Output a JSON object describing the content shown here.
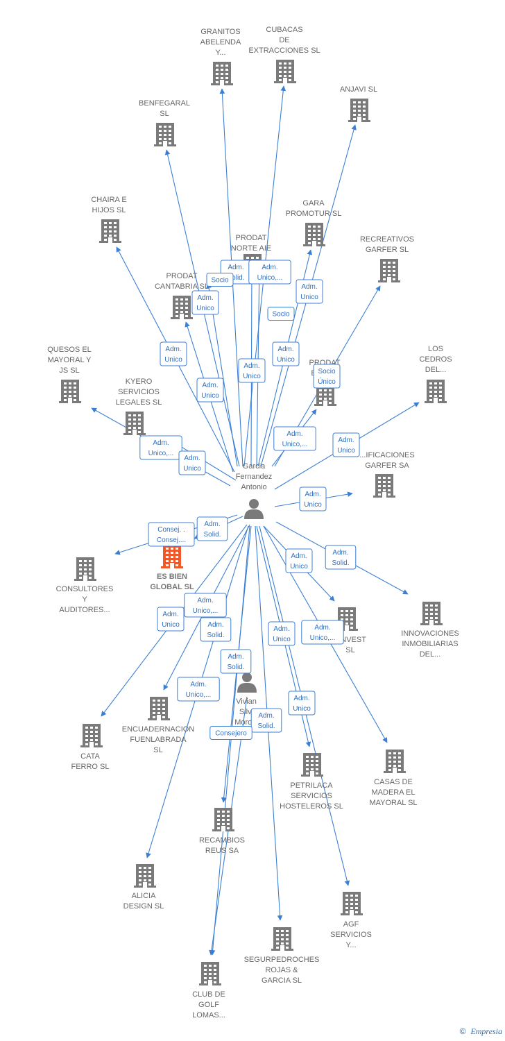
{
  "colors": {
    "edge": "#3b7fd4",
    "building": "#7a7a7a",
    "highlight": "#f0582a",
    "person": "#7a7a7a"
  },
  "footer": {
    "copyright": "©",
    "brand": "Empresia"
  },
  "persons": [
    {
      "id": "garcia",
      "lines": [
        "Garcia",
        "Fernandez",
        "Antonio"
      ],
      "icon": "person-icon"
    },
    {
      "id": "vivian",
      "lines": [
        "Vivian",
        "Silvi",
        "Moroia"
      ],
      "icon": "person-icon"
    }
  ],
  "companies": [
    {
      "id": "granitos",
      "lines": [
        "GRANITOS",
        "ABELENDA",
        "Y..."
      ]
    },
    {
      "id": "cubacas",
      "lines": [
        "CUBACAS",
        "DE",
        "EXTRACCIONES SL"
      ]
    },
    {
      "id": "anjavi",
      "lines": [
        "ANJAVI  SL"
      ]
    },
    {
      "id": "benfegaral",
      "lines": [
        "BENFEGARAL",
        "SL"
      ]
    },
    {
      "id": "chaira",
      "lines": [
        "CHAIRA E",
        "HIJOS SL"
      ]
    },
    {
      "id": "gara",
      "lines": [
        "GARA",
        "PROMOTUR  SL"
      ]
    },
    {
      "id": "prodat_norte",
      "lines": [
        "PRODAT",
        "NORTE AIE"
      ]
    },
    {
      "id": "recreativos",
      "lines": [
        "RECREATIVOS",
        "GARFER  SL"
      ]
    },
    {
      "id": "prodat_cantabria",
      "lines": [
        "PRODAT",
        "CANTABRIA  SL"
      ]
    },
    {
      "id": "quesos",
      "lines": [
        "QUESOS EL",
        "MAYORAL Y",
        "JS  SL"
      ]
    },
    {
      "id": "kyero",
      "lines": [
        "KYERO",
        "SERVICIOS",
        "LEGALES SL"
      ]
    },
    {
      "id": "prodat_eus",
      "lines": [
        "PRODAT",
        "EUS      SL"
      ]
    },
    {
      "id": "cedros",
      "lines": [
        "LOS",
        "CEDROS",
        "DEL..."
      ]
    },
    {
      "id": "edificaciones",
      "lines": [
        "...IFICACIONES",
        "GARFER SA"
      ]
    },
    {
      "id": "esbien",
      "lines": [
        "ES BIEN",
        "GLOBAL  SL"
      ],
      "main": true
    },
    {
      "id": "consultores",
      "lines": [
        "CONSULTORES",
        "Y",
        "AUDITORES..."
      ]
    },
    {
      "id": "innovaciones",
      "lines": [
        "INNOVACIONES",
        "INMOBILIARIAS",
        "DEL..."
      ]
    },
    {
      "id": "invest",
      "lines": [
        "...NVEST",
        "SL"
      ]
    },
    {
      "id": "encuadernacion",
      "lines": [
        "ENCUADERNACION",
        "FUENLABRADA",
        "SL"
      ]
    },
    {
      "id": "cata",
      "lines": [
        "CATA",
        "FERRO  SL"
      ]
    },
    {
      "id": "petrilaca",
      "lines": [
        "PETRILACA",
        "SERVICIOS",
        "HOSTELEROS SL"
      ]
    },
    {
      "id": "casas",
      "lines": [
        "CASAS DE",
        "MADERA EL",
        "MAYORAL  SL"
      ]
    },
    {
      "id": "recambios",
      "lines": [
        "RECAMBIOS",
        "REUS SA"
      ]
    },
    {
      "id": "alicia",
      "lines": [
        "ALICIA",
        "DESIGN  SL"
      ]
    },
    {
      "id": "agf",
      "lines": [
        "AGF",
        "SERVICIOS",
        "Y..."
      ]
    },
    {
      "id": "segurpedroches",
      "lines": [
        "SEGURPEDROCHES",
        "ROJAS &",
        "GARCIA  SL"
      ]
    },
    {
      "id": "club",
      "lines": [
        "CLUB DE",
        "GOLF",
        "LOMAS..."
      ]
    }
  ],
  "edges": [
    {
      "from": "garcia",
      "to": "granitos",
      "label": [
        "Adm.",
        "Solid."
      ]
    },
    {
      "from": "garcia",
      "to": "cubacas",
      "label": [
        "Adm.",
        "Unico,..."
      ]
    },
    {
      "from": "garcia",
      "to": "anjavi",
      "label": [
        "Adm.",
        "Unico"
      ]
    },
    {
      "from": "garcia",
      "to": "benfegaral",
      "label": [
        "Adm.",
        "Unico"
      ]
    },
    {
      "from": "garcia",
      "to": "chaira",
      "label": [
        "Adm.",
        "Unico"
      ]
    },
    {
      "from": "garcia",
      "to": "gara",
      "label": [
        "Adm.",
        "Unico"
      ]
    },
    {
      "from": "garcia",
      "to": "prodat_norte",
      "label": [
        "Adm.",
        "Unico"
      ]
    },
    {
      "from": "garcia",
      "to": "prodat_norte",
      "label": [
        "Socio"
      ]
    },
    {
      "from": "garcia",
      "to": "recreativos",
      "label": [
        "Socio",
        "Único"
      ]
    },
    {
      "from": "garcia",
      "to": "prodat_cantabria",
      "label": [
        "Adm.",
        "Unico"
      ]
    },
    {
      "from": "garcia",
      "to": "prodat_cantabria",
      "label": [
        "Socio"
      ]
    },
    {
      "from": "garcia",
      "to": "quesos",
      "label": [
        "Adm.",
        "Unico,..."
      ]
    },
    {
      "from": "garcia",
      "to": "kyero",
      "label": [
        "Adm.",
        "Unico"
      ]
    },
    {
      "from": "garcia",
      "to": "prodat_eus",
      "label": [
        "Adm.",
        "Unico,..."
      ]
    },
    {
      "from": "garcia",
      "to": "cedros",
      "label": [
        "Adm.",
        "Unico"
      ]
    },
    {
      "from": "garcia",
      "to": "edificaciones",
      "label": [
        "Adm.",
        "Unico"
      ]
    },
    {
      "from": "garcia",
      "to": "esbien",
      "label": [
        "Adm.",
        "Solid."
      ]
    },
    {
      "from": "garcia",
      "to": "consultores",
      "label": [
        "Consej. .",
        "Consej...."
      ]
    },
    {
      "from": "garcia",
      "to": "innovaciones",
      "label": [
        "Adm.",
        "Solid."
      ]
    },
    {
      "from": "garcia",
      "to": "invest",
      "label": [
        "Adm.",
        "Unico"
      ]
    },
    {
      "from": "garcia",
      "to": "encuadernacion",
      "label": [
        "Adm.",
        "Unico,..."
      ]
    },
    {
      "from": "garcia",
      "to": "cata",
      "label": [
        "Adm.",
        "Unico"
      ]
    },
    {
      "from": "garcia",
      "to": "petrilaca",
      "label": [
        "Adm.",
        "Unico"
      ]
    },
    {
      "from": "garcia",
      "to": "casas",
      "label": [
        "Adm.",
        "Unico,..."
      ]
    },
    {
      "from": "garcia",
      "to": "recambios",
      "label": [
        "Adm.",
        "Solid."
      ]
    },
    {
      "from": "garcia",
      "to": "alicia",
      "label": [
        "Adm.",
        "Unico,..."
      ]
    },
    {
      "from": "garcia",
      "to": "agf",
      "label": [
        "Adm.",
        "Unico"
      ]
    },
    {
      "from": "garcia",
      "to": "segurpedroches",
      "label": [
        "Adm.",
        "Solid."
      ]
    },
    {
      "from": "garcia",
      "to": "club",
      "label": [
        "Adm.",
        "Solid."
      ]
    },
    {
      "from": "vivian",
      "to": "club",
      "label": [
        "Consejero"
      ]
    }
  ]
}
